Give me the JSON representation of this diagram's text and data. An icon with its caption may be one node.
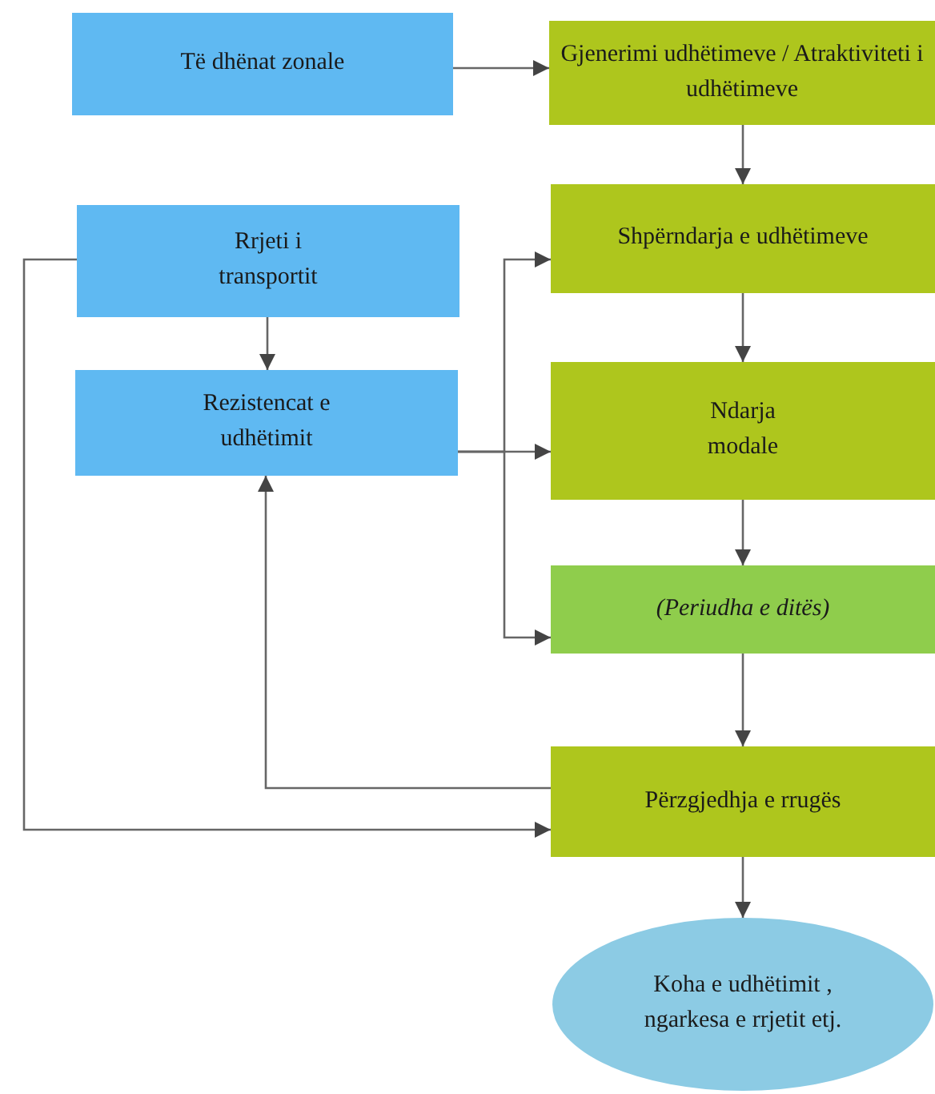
{
  "diagram": {
    "nodes": [
      {
        "text": [
          "Të dhënat zonale"
        ]
      },
      {
        "text": [
          "Gjenerimi udhëtimeve / Atraktiviteti i udhëtimeve"
        ]
      },
      {
        "text": [
          "Rrjeti i transportit"
        ]
      },
      {
        "text": [
          "Rezistencat e udhëtimit"
        ]
      },
      {
        "text": [
          "Shpërndarja e udhëtimeve"
        ]
      },
      {
        "text": [
          "Ndarja modale"
        ]
      },
      {
        "text": [
          "(Periudha e ditës)"
        ]
      },
      {
        "text": [
          "Përzgjedhja e rrugës"
        ]
      },
      {
        "text": [
          "Koha e udhëtimit , ngarkesa e rrjetit etj."
        ]
      }
    ],
    "edges": [
      {
        "from": 0,
        "to": 1,
        "arrow": "to"
      },
      {
        "from": 1,
        "to": 4,
        "arrow": "to"
      },
      {
        "from": 4,
        "to": 5,
        "arrow": "to"
      },
      {
        "from": 5,
        "to": 6,
        "arrow": "to"
      },
      {
        "from": 6,
        "to": 7,
        "arrow": "to"
      },
      {
        "from": 7,
        "to": 8,
        "arrow": "to"
      },
      {
        "from": 2,
        "to": 3,
        "arrow": "to"
      },
      {
        "from": 2,
        "to": 7,
        "arrow": "to"
      },
      {
        "from": 3,
        "to": 4,
        "arrow": "to"
      },
      {
        "from": 3,
        "to": 5,
        "arrow": "to"
      },
      {
        "from": 3,
        "to": 6,
        "arrow": "to"
      },
      {
        "from": 7,
        "to": 3,
        "arrow": "to"
      }
    ]
  }
}
